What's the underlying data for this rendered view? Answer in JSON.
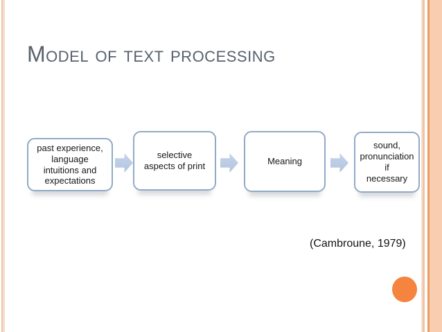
{
  "slide": {
    "title": "Model of text processing",
    "citation": "(Cambroune, 1979)"
  },
  "diagram": {
    "type": "flow",
    "direction": "left-to-right",
    "boxes": [
      {
        "text": "past experience,\nlanguage\nintuitions and\nexpectations"
      },
      {
        "text": "selective\naspects of print"
      },
      {
        "text": "Meaning"
      },
      {
        "text": "sound,\npronunciation if\nnecessary"
      }
    ],
    "arrow_count": 3
  },
  "colors": {
    "title_text": "#57606e",
    "box_border": "#91a9c7",
    "box_fill": "#ffffff",
    "box_text": "#161616",
    "arrow_fill": "#bcccE4",
    "accent_circle": "#f5843e",
    "left_stripe_pink": "#ecbda2",
    "right_band_fill": "#f9cdaf",
    "right_band_edge": "#ec9b63"
  }
}
